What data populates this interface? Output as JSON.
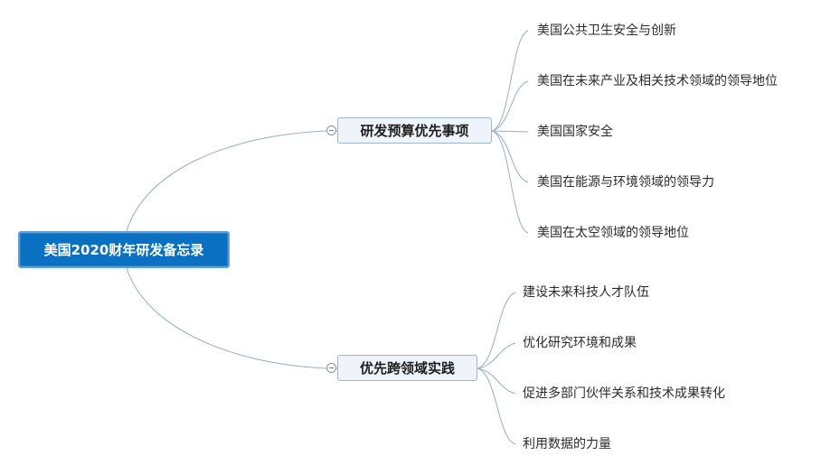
{
  "root": {
    "label": "美国2020财年研发备忘录"
  },
  "branches": [
    {
      "label": "研发预算优先事项",
      "children": [
        "美国公共卫生安全与创新",
        "美国在未来产业及相关技术领域的领导地位",
        "美国国家安全",
        "美国在能源与环境领域的领导力",
        "美国在太空领域的领导地位"
      ]
    },
    {
      "label": "优先跨领域实践",
      "children": [
        "建设未来科技人才队伍",
        "优化研究环境和成果",
        "促进多部门伙伴关系和技术成果转化",
        "利用数据的力量"
      ]
    }
  ],
  "colors": {
    "root_fill": "#0a70c2",
    "branch_fill": "#eef4fa",
    "connector": "#8fb0cc"
  }
}
